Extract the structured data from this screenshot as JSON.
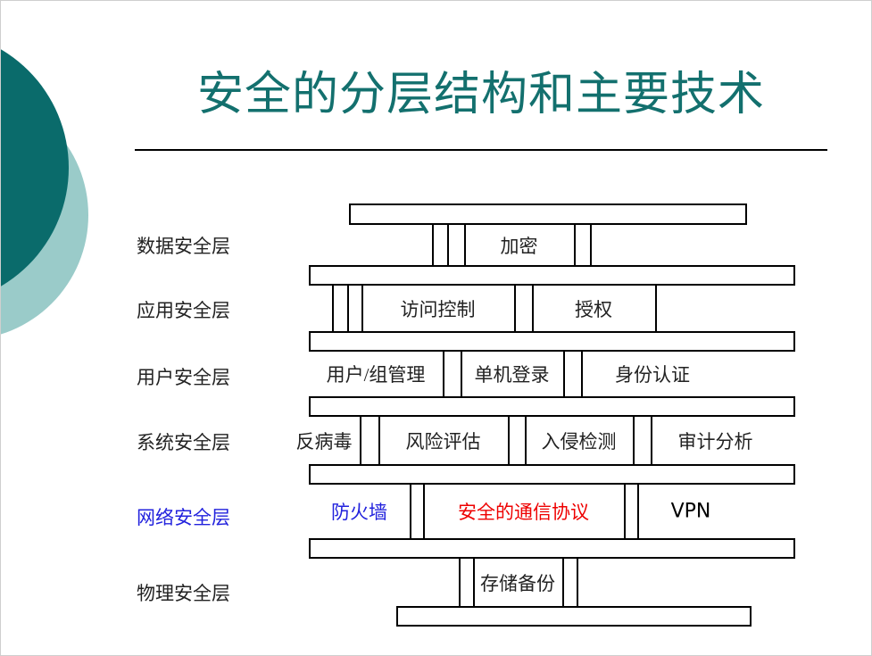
{
  "slide": {
    "title": "安全的分层结构和主要技术",
    "title_color": "#13706e",
    "rule_color": "#000000",
    "background": "#ffffff",
    "decor": {
      "dark_circle_color": "#0a6b6b",
      "light_circle_color": "#9acbc9"
    }
  },
  "diagram": {
    "type": "layered-stack",
    "layers": [
      {
        "label": "数据安全层",
        "label_color": "#222222",
        "items": [
          {
            "text": "加密",
            "color": "#222222"
          }
        ]
      },
      {
        "label": "应用安全层",
        "label_color": "#222222",
        "items": [
          {
            "text": "访问控制",
            "color": "#222222"
          },
          {
            "text": "授权",
            "color": "#222222"
          }
        ]
      },
      {
        "label": "用户安全层",
        "label_color": "#222222",
        "items": [
          {
            "text": "用户/组管理",
            "color": "#222222"
          },
          {
            "text": "单机登录",
            "color": "#222222"
          },
          {
            "text": "身份认证",
            "color": "#222222"
          }
        ]
      },
      {
        "label": "系统安全层",
        "label_color": "#222222",
        "items": [
          {
            "text": "反病毒",
            "color": "#222222"
          },
          {
            "text": "风险评估",
            "color": "#222222"
          },
          {
            "text": "入侵检测",
            "color": "#222222"
          },
          {
            "text": "审计分析",
            "color": "#222222"
          }
        ]
      },
      {
        "label": "网络安全层",
        "label_color": "#2222dd",
        "items": [
          {
            "text": "防火墙",
            "color": "#2222dd"
          },
          {
            "text": "安全的通信协议",
            "color": "#ee0000"
          },
          {
            "text": "VPN",
            "color": "#000000"
          }
        ]
      },
      {
        "label": "物理安全层",
        "label_color": "#222222",
        "items": [
          {
            "text": "存储备份",
            "color": "#222222"
          }
        ]
      }
    ]
  }
}
